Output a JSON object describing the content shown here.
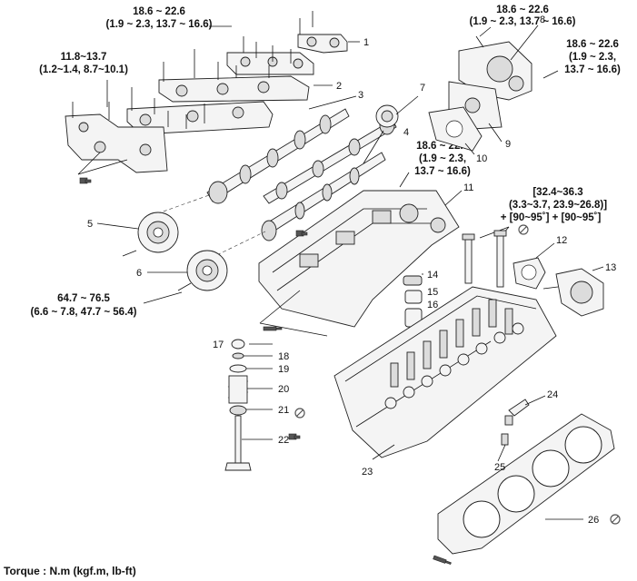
{
  "torque_specs": {
    "top_center": [
      "18.6 ~ 22.6",
      "(1.9 ~ 2.3, 13.7 ~ 16.6)"
    ],
    "top_left": [
      "11.8~13.7",
      "(1.2~1.4, 8.7~10.1)"
    ],
    "top_right_a": [
      "18.6 ~ 22.6",
      "(1.9 ~ 2.3, 13.7 ~ 16.6)"
    ],
    "top_right_b": [
      "18.6 ~ 22.6",
      "(1.9 ~ 2.3,",
      "13.7 ~ 16.6)"
    ],
    "middle": [
      "18.6 ~ 22.6",
      "(1.9 ~ 2.3,",
      "13.7 ~ 16.6)"
    ],
    "head_bolt": [
      "[32.4~36.3",
      "(3.3~3.7, 23.9~26.8)]",
      "+ [90~95˚] + [90~95˚]"
    ],
    "sprocket": [
      "64.7 ~ 76.5",
      "(6.6 ~ 7.8, 47.7 ~ 56.4)"
    ]
  },
  "callouts": [
    "1",
    "2",
    "3",
    "4",
    "5",
    "6",
    "7",
    "8",
    "9",
    "10",
    "11",
    "12",
    "13",
    "14",
    "15",
    "16",
    "17",
    "18",
    "19",
    "20",
    "21",
    "22",
    "23",
    "24",
    "25",
    "26"
  ],
  "footer": "Torque : N.m (kgf.m, lb-ft)",
  "icons": {
    "do_not_reuse": "do-not-reuse-icon",
    "apply_oil": "apply-engine-oil-icon",
    "apply_sealant": "apply-sealant-icon"
  }
}
